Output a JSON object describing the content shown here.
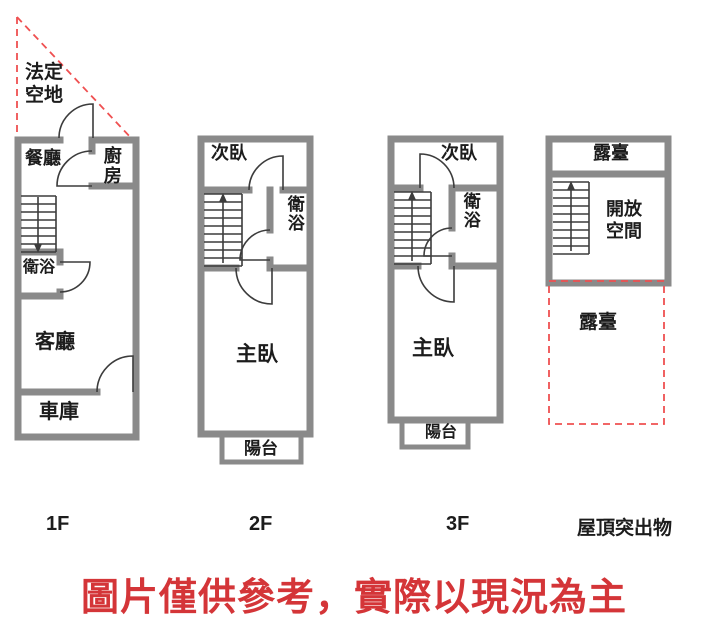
{
  "sheet": {
    "disclaimer": "圖片僅供參考，實際以現況為主",
    "floors": [
      {
        "label": "1F",
        "rooms": {
          "legal_space": "法定空地",
          "dining": "餐廳",
          "kitchen": "廚房",
          "bath": "衛浴",
          "living": "客廳",
          "garage": "車庫"
        }
      },
      {
        "label": "2F",
        "rooms": {
          "second_bedroom": "次臥",
          "bath": "衛浴",
          "master_bedroom": "主臥",
          "balcony": "陽台"
        }
      },
      {
        "label": "3F",
        "rooms": {
          "second_bedroom": "次臥",
          "bath": "衛浴",
          "master_bedroom": "主臥",
          "balcony": "陽台"
        }
      },
      {
        "label": "屋頂突出物",
        "rooms": {
          "front_terrace": "露臺",
          "open_space": "開放空間",
          "rear_terrace": "露臺"
        }
      }
    ]
  },
  "colors": {
    "wall": "#8a8a8a",
    "line": "#3c3c3c",
    "text": "#1c1c1c",
    "dashed_red": "#ef5051",
    "disclaimer_red": "#d43538"
  }
}
